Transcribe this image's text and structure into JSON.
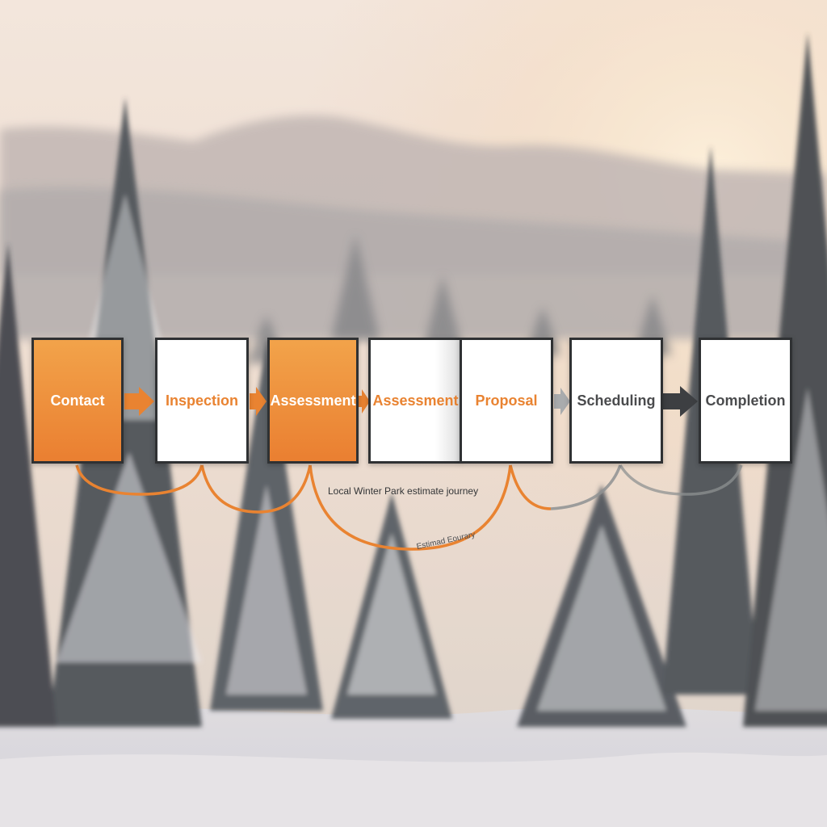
{
  "diagram": {
    "steps": [
      {
        "label": "Contact",
        "style": "orange"
      },
      {
        "label": "Inspection",
        "style": "accent"
      },
      {
        "label": "Assessment",
        "style": "orange"
      },
      {
        "label": "Assessment",
        "style": "accent-fade"
      },
      {
        "label": "Proposal",
        "style": "accent"
      },
      {
        "label": "Scheduling",
        "style": "dark"
      },
      {
        "label": "Completion",
        "style": "dark"
      }
    ],
    "caption": "Local Winter Park estimate journey",
    "subcaption": "Estimad Eourary"
  },
  "colors": {
    "accent": "#e98331",
    "box_border": "#2f3133",
    "connector_gray": "#8e9092"
  }
}
